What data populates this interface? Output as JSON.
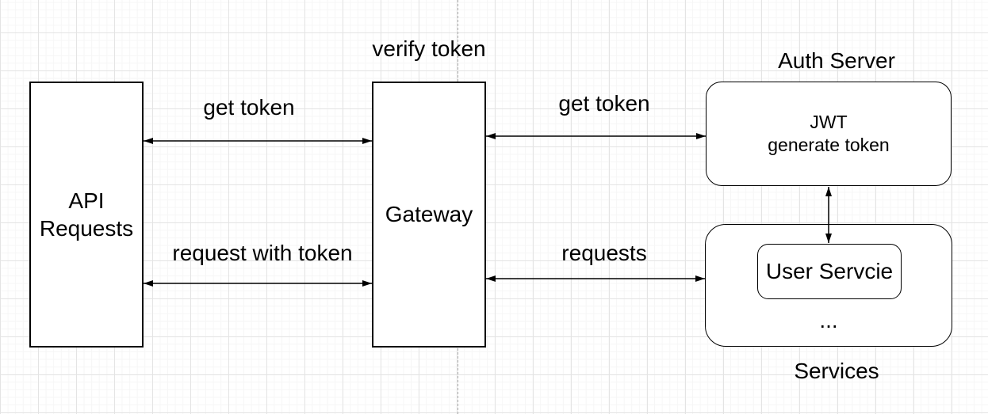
{
  "diagram": {
    "nodes": {
      "api_requests": {
        "label": "API\nRequests"
      },
      "gateway": {
        "label": "Gateway",
        "title": "verify token"
      },
      "auth_server": {
        "title": "Auth Server",
        "body": "JWT\ngenerate token"
      },
      "services": {
        "title": "Services",
        "more_indicator": "...",
        "user_service_label": "User Servcie"
      }
    },
    "edges": {
      "get_token_top": {
        "label": "get token"
      },
      "get_token_auth": {
        "label": "get token"
      },
      "request_with_token": {
        "label": "request with token"
      },
      "requests": {
        "label": "requests"
      }
    },
    "colors": {
      "shape_stroke": "#000000",
      "text": "#000000",
      "canvas_background": "#ffffff",
      "grid_minor": "#f6f6f6",
      "grid_major": "#e4e4e4",
      "page_divider": "#b0b0b0"
    }
  }
}
